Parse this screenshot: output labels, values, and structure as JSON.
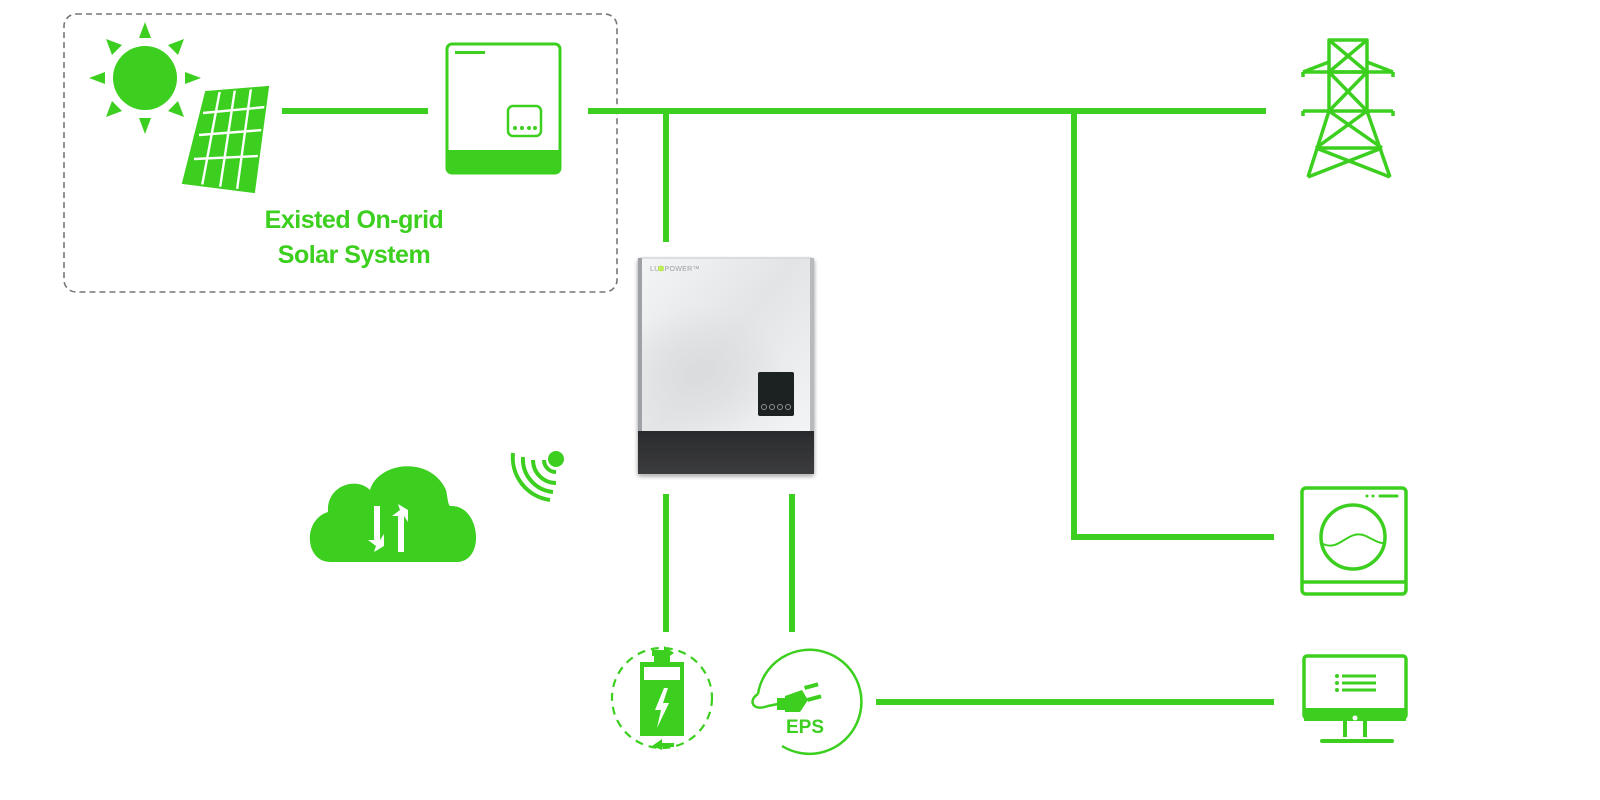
{
  "diagram": {
    "title": "Hybrid inverter AC-coupled retrofit system",
    "accent_color": "#3ccf1f",
    "existing_system": {
      "label_line1": "Existed On-grid",
      "label_line2": "Solar System",
      "components": [
        "sun",
        "solar-panel",
        "on-grid-inverter"
      ]
    },
    "hybrid_inverter": {
      "brand": "LUXPOWER™",
      "buttons": 4
    },
    "nodes": [
      {
        "id": "grid",
        "icon": "power-tower-icon"
      },
      {
        "id": "cloud",
        "icon": "cloud-sync-icon"
      },
      {
        "id": "wifi",
        "icon": "wifi-signal-icon"
      },
      {
        "id": "battery",
        "icon": "battery-charge-icon"
      },
      {
        "id": "eps",
        "icon": "eps-plug-icon",
        "label": "EPS"
      },
      {
        "id": "load-washer",
        "icon": "washing-machine-icon"
      },
      {
        "id": "load-monitor",
        "icon": "monitor-icon"
      }
    ],
    "connections": [
      {
        "from": "solar-panel",
        "to": "on-grid-inverter"
      },
      {
        "from": "on-grid-inverter",
        "to": "grid"
      },
      {
        "from": "ac-bus",
        "to": "hybrid-inverter"
      },
      {
        "from": "ac-bus",
        "to": "load-washer"
      },
      {
        "from": "hybrid-inverter",
        "to": "battery"
      },
      {
        "from": "hybrid-inverter",
        "to": "eps"
      },
      {
        "from": "eps",
        "to": "load-monitor"
      }
    ]
  }
}
